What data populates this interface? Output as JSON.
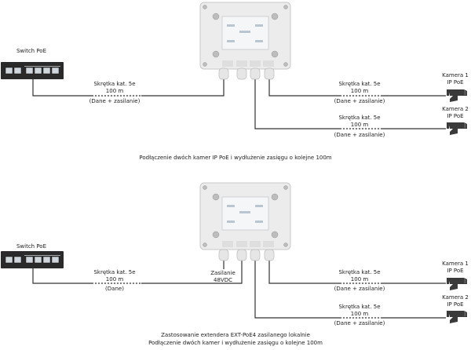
{
  "diagram1": {
    "switch_label": "Switch PoE",
    "cable_in": {
      "type": "Skrętka kat. 5e",
      "length": "100 m",
      "note": "(Dane + zasilanie)"
    },
    "cable_cam1": {
      "type": "Skrętka kat. 5e",
      "length": "100 m",
      "note": "(Dane + zasilanie)"
    },
    "cable_cam2": {
      "type": "Skrętka kat. 5e",
      "length": "100 m",
      "note": "(Dane + zasilanie)"
    },
    "camera1": {
      "line1": "Kamera 1",
      "line2": "IP PoE"
    },
    "camera2": {
      "line1": "Kamera 2",
      "line2": "IP PoE"
    },
    "caption": "Podłączenie dwóch kamer IP PoE i wydłużenie zasięgu o kolejne 100m"
  },
  "diagram2": {
    "switch_label": "Switch PoE",
    "cable_in": {
      "type": "Skrętka kat. 5e",
      "length": "100 m",
      "note": "(Dane)"
    },
    "power": {
      "line1": "Zasilanie",
      "line2": "48VDC"
    },
    "cable_cam1": {
      "type": "Skrętka kat. 5e",
      "length": "100 m",
      "note": "(Dane + zasilanie)"
    },
    "cable_cam2": {
      "type": "Skrętka kat. 5e",
      "length": "100 m",
      "note": "(Dane + zasilanie)"
    },
    "camera1": {
      "line1": "Kamera 1",
      "line2": "IP PoE"
    },
    "camera2": {
      "line1": "Kamera 2",
      "line2": "IP PoE"
    },
    "caption_line1": "Zastosowanie extendera EXT-PoE4 zasilanego lokalnie",
    "caption_line2": "Podłączenie dwóch kamer i wydłużenie zasięgu o kolejne 100m"
  }
}
